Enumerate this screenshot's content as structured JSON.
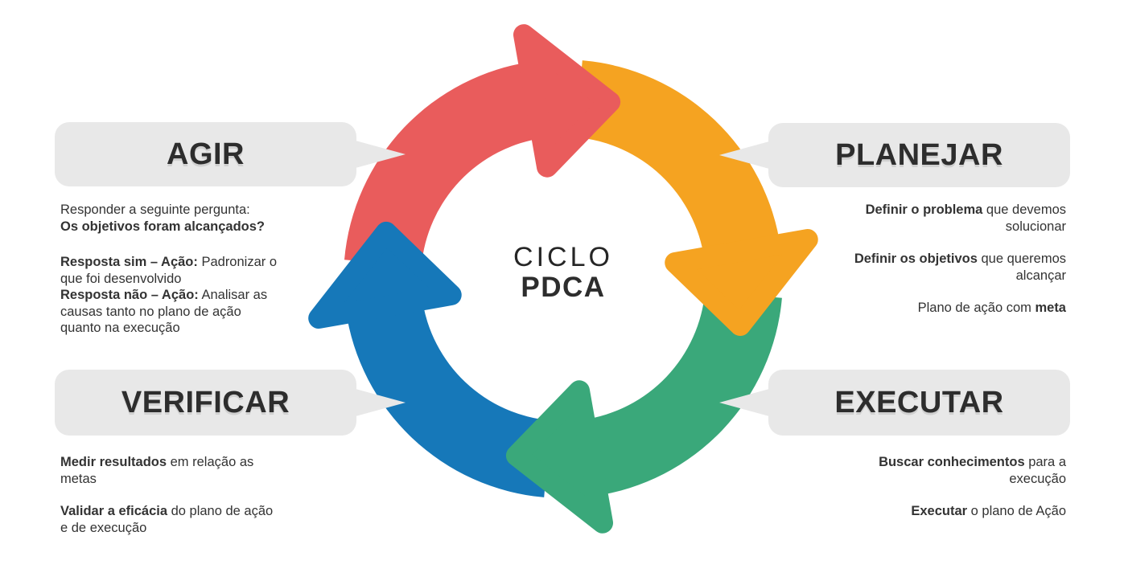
{
  "center": {
    "line1": "CICLO",
    "line2": "PDCA"
  },
  "colors": {
    "red": "#E95C5C",
    "orange": "#F5A321",
    "green": "#3AA87A",
    "blue": "#1678B9",
    "box_gray": "#E8E8E8",
    "title_text": "#2D2D2D",
    "body_text": "#333333"
  },
  "sections": [
    {
      "id": "agir",
      "title": "AGIR",
      "quadrant": "top-left",
      "arrow_color": "#E95C5C",
      "paragraphs": [
        [
          {
            "text": "Responder a seguinte pergunta:\n",
            "bold": false
          },
          {
            "text": "Os objetivos foram alcançados?",
            "bold": true
          }
        ],
        [
          {
            "text": "Resposta sim – Ação:",
            "bold": true
          },
          {
            "text": " Padronizar o\nque foi desenvolvido\n",
            "bold": false
          },
          {
            "text": "Resposta não – Ação:",
            "bold": true
          },
          {
            "text": " Analisar as\ncausas tanto no plano de ação\nquanto na execução",
            "bold": false
          }
        ]
      ]
    },
    {
      "id": "planejar",
      "title": "PLANEJAR",
      "quadrant": "top-right",
      "arrow_color": "#F5A321",
      "paragraphs": [
        [
          {
            "text": "Definir o problema",
            "bold": true
          },
          {
            "text": " que devemos\nsolucionar",
            "bold": false
          }
        ],
        [
          {
            "text": "Definir os objetivos",
            "bold": true
          },
          {
            "text": " que queremos\nalcançar",
            "bold": false
          }
        ],
        [
          {
            "text": "Plano de ação com ",
            "bold": false
          },
          {
            "text": "meta",
            "bold": true
          }
        ]
      ]
    },
    {
      "id": "verificar",
      "title": "VERIFICAR",
      "quadrant": "bottom-left",
      "arrow_color": "#1678B9",
      "paragraphs": [
        [
          {
            "text": "Medir resultados",
            "bold": true
          },
          {
            "text": " em relação as\nmetas",
            "bold": false
          }
        ],
        [
          {
            "text": "Validar a eficácia",
            "bold": true
          },
          {
            "text": " do plano de ação\ne de execução",
            "bold": false
          }
        ]
      ]
    },
    {
      "id": "executar",
      "title": "EXECUTAR",
      "quadrant": "bottom-right",
      "arrow_color": "#3AA87A",
      "paragraphs": [
        [
          {
            "text": "Buscar conhecimentos",
            "bold": true
          },
          {
            "text": " para a\nexecução",
            "bold": false
          }
        ],
        [
          {
            "text": "Executar",
            "bold": true
          },
          {
            "text": " o plano de Ação",
            "bold": false
          }
        ]
      ]
    }
  ]
}
